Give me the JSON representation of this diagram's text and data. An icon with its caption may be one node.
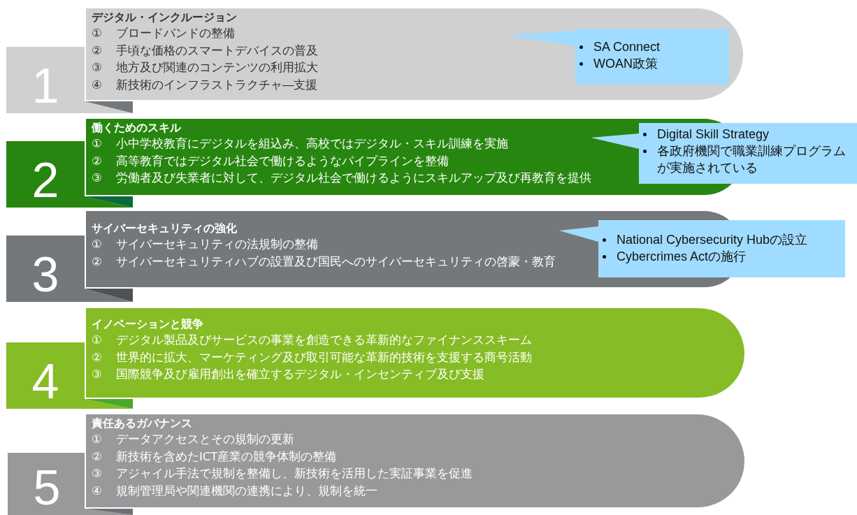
{
  "diagram": {
    "nodes": [
      {
        "text": [
          "1"
        ]
      },
      {
        "text": [
          "デジタル・インクルージョン",
          "① ブロードバンドの整備",
          "② 手頃な価格のスマートデバイスの普及",
          "③ 地方及び関連のコンテンツの利用拡大",
          "④ 新技術のインフラストラクチャ―支援"
        ]
      },
      {
        "text": [
          "SA Connect",
          "WOAN政策"
        ],
        "in": 1
      },
      {
        "text": [
          "2"
        ]
      },
      {
        "text": [
          "働くためのスキル",
          "① 小中学校教育にデジタルを組込み、高校ではデジタル・スキル訓練を実施",
          "② 高等教育ではデジタル社会で働けるようなパイプラインを整備",
          "③ 労働者及び失業者に対して、デジタル社会で働けるようにスキルアップ及び再教育を提供"
        ]
      },
      {
        "text": [
          "Digital Skill Strategy",
          "各政府機関で職業訓練プログラムが実施されている"
        ]
      },
      {
        "text": [
          "3"
        ]
      },
      {
        "text": [
          "サイバーセキュリティの強化",
          "① サイバーセキュリティの法規制の整備",
          "② サイバーセキュリティハブの設置及び国民へのサイバーセキュリティの啓蒙・教育"
        ]
      },
      {
        "text": [
          "National Cybersecurity Hubの設立",
          "Cybercrimes Actの施行"
        ]
      },
      {
        "text": [
          "4"
        ]
      },
      {
        "text": [
          "イノベーションと競争",
          "① デジタル製品及びサービスの事業を創造できる革新的なファイナンススキーム",
          "② 世界的に拡大、マーケティング及び取引可能な革新的技術を支援する商号活動",
          "③ 国際競争及び雇用創出を確立するデジタル・インセンティブ及び支援"
        ]
      },
      {
        "text": [
          "5"
        ]
      },
      {
        "text": [
          "責任あるガバナンス",
          "① データアクセスとその規制の更新",
          "② 新技術を含めたICT産業の競争体制の整備",
          "③ アジャイル手法で規制を整備し、新技術を活用した実証事業を促進",
          "④ 規制管理局や関連機関の連携により、規制を統一"
        ]
      }
    ]
  }
}
